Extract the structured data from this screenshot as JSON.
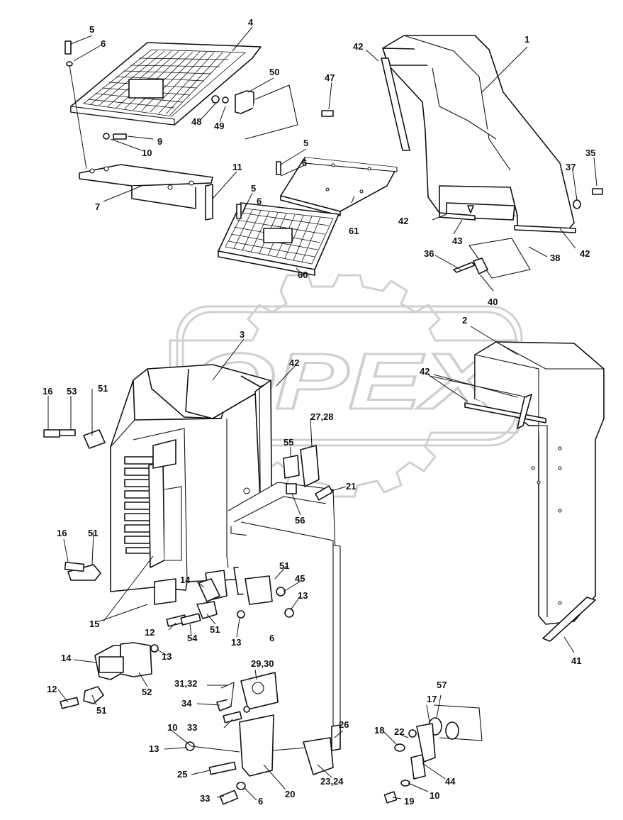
{
  "watermark": {
    "text": "OPEX"
  },
  "callouts": [
    {
      "id": "c1",
      "label": "1"
    },
    {
      "id": "c2",
      "label": "2"
    },
    {
      "id": "c3",
      "label": "3"
    },
    {
      "id": "c4",
      "label": "4"
    },
    {
      "id": "c5a",
      "label": "5"
    },
    {
      "id": "c5b",
      "label": "5"
    },
    {
      "id": "c5c",
      "label": "5"
    },
    {
      "id": "c6a",
      "label": "6"
    },
    {
      "id": "c6b",
      "label": "6"
    },
    {
      "id": "c6c",
      "label": "6"
    },
    {
      "id": "c6d",
      "label": "6"
    },
    {
      "id": "c6e",
      "label": "6"
    },
    {
      "id": "c7",
      "label": "7"
    },
    {
      "id": "c9",
      "label": "9"
    },
    {
      "id": "c10a",
      "label": "10"
    },
    {
      "id": "c10b",
      "label": "10"
    },
    {
      "id": "c10c",
      "label": "10"
    },
    {
      "id": "c11",
      "label": "11"
    },
    {
      "id": "c12a",
      "label": "12"
    },
    {
      "id": "c12b",
      "label": "12"
    },
    {
      "id": "c13a",
      "label": "13"
    },
    {
      "id": "c13b",
      "label": "13"
    },
    {
      "id": "c13c",
      "label": "13"
    },
    {
      "id": "c13d",
      "label": "13"
    },
    {
      "id": "c14a",
      "label": "14"
    },
    {
      "id": "c14b",
      "label": "14"
    },
    {
      "id": "c15",
      "label": "15"
    },
    {
      "id": "c16a",
      "label": "16"
    },
    {
      "id": "c16b",
      "label": "16"
    },
    {
      "id": "c17",
      "label": "17"
    },
    {
      "id": "c18",
      "label": "18"
    },
    {
      "id": "c19",
      "label": "19"
    },
    {
      "id": "c20",
      "label": "20"
    },
    {
      "id": "c21",
      "label": "21"
    },
    {
      "id": "c22",
      "label": "22"
    },
    {
      "id": "c23",
      "label": "23,24"
    },
    {
      "id": "c25",
      "label": "25"
    },
    {
      "id": "c26",
      "label": "26"
    },
    {
      "id": "c27",
      "label": "27,28"
    },
    {
      "id": "c29",
      "label": "29,30"
    },
    {
      "id": "c31",
      "label": "31,32"
    },
    {
      "id": "c33a",
      "label": "33"
    },
    {
      "id": "c33b",
      "label": "33"
    },
    {
      "id": "c34",
      "label": "34"
    },
    {
      "id": "c35",
      "label": "35"
    },
    {
      "id": "c36",
      "label": "36"
    },
    {
      "id": "c37",
      "label": "37"
    },
    {
      "id": "c38",
      "label": "38"
    },
    {
      "id": "c40",
      "label": "40"
    },
    {
      "id": "c41",
      "label": "41"
    },
    {
      "id": "c42a",
      "label": "42"
    },
    {
      "id": "c42b",
      "label": "42"
    },
    {
      "id": "c42c",
      "label": "42"
    },
    {
      "id": "c42d",
      "label": "42"
    },
    {
      "id": "c42e",
      "label": "42"
    },
    {
      "id": "c43",
      "label": "43"
    },
    {
      "id": "c44",
      "label": "44"
    },
    {
      "id": "c45",
      "label": "45"
    },
    {
      "id": "c47",
      "label": "47"
    },
    {
      "id": "c48",
      "label": "48"
    },
    {
      "id": "c49",
      "label": "49"
    },
    {
      "id": "c50",
      "label": "50"
    },
    {
      "id": "c51a",
      "label": "51"
    },
    {
      "id": "c51b",
      "label": "51"
    },
    {
      "id": "c51c",
      "label": "51"
    },
    {
      "id": "c51d",
      "label": "51"
    },
    {
      "id": "c51e",
      "label": "51"
    },
    {
      "id": "c52",
      "label": "52"
    },
    {
      "id": "c53",
      "label": "53"
    },
    {
      "id": "c54",
      "label": "54"
    },
    {
      "id": "c55",
      "label": "55"
    },
    {
      "id": "c56",
      "label": "56"
    },
    {
      "id": "c57",
      "label": "57"
    },
    {
      "id": "c60",
      "label": "60"
    },
    {
      "id": "c61",
      "label": "61"
    }
  ]
}
